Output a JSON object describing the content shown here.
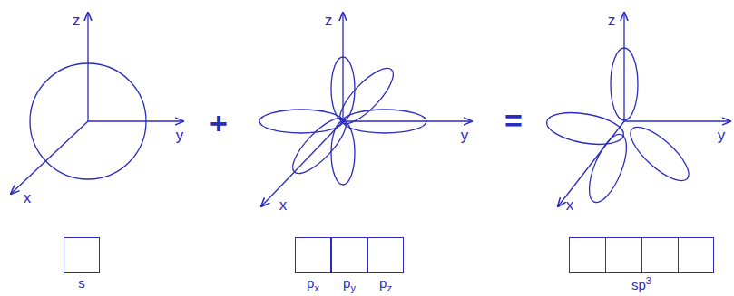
{
  "diagram": {
    "nodes": [
      {
        "text": [
          "s"
        ]
      },
      {
        "text": [
          "p",
          "x"
        ]
      },
      {
        "text": [
          "p",
          "y"
        ]
      },
      {
        "text": [
          "p",
          "z"
        ]
      },
      {
        "text": [
          "sp",
          "3"
        ]
      }
    ],
    "labels": [
      "z",
      "y",
      "x",
      "+",
      "z",
      "y",
      "x",
      "=",
      "z",
      "y",
      "x"
    ]
  }
}
